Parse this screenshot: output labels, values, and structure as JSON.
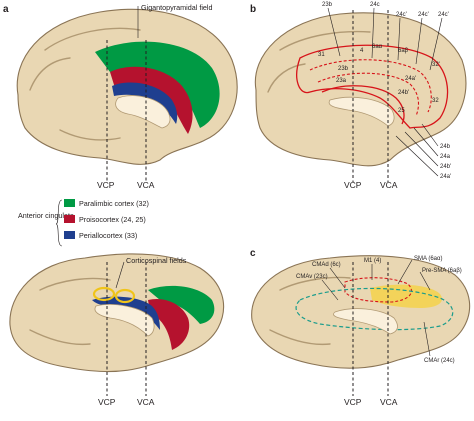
{
  "panels": {
    "a": {
      "letter": "a",
      "title": "Gigantopyramidal field",
      "corticospinal": "Corticospinal fields",
      "ref_left": "VCP",
      "ref_right": "VCA",
      "ref_left_bottom": "VCP",
      "ref_right_bottom": "VCA"
    },
    "b": {
      "letter": "b",
      "ref_left": "VCP",
      "ref_right": "VCA",
      "top_labels": [
        "23b",
        "24c",
        "24c'",
        "24c'",
        "24c'"
      ],
      "inner_labels": [
        "31",
        "23b",
        "4",
        "6aα",
        "6aβ",
        "23a",
        "24a'",
        "24b'",
        "32'",
        "32",
        "25"
      ],
      "side_labels": [
        "24b",
        "24a",
        "24b'",
        "24a'"
      ]
    },
    "c": {
      "letter": "c",
      "ref_left": "VCP",
      "ref_right": "VCA",
      "labels": {
        "cmad": "CMAd (6c)",
        "m1": "M1 (4)",
        "sma": "SMA (6aα)",
        "pre_sma": "Pre-SMA (6aβ)",
        "cmav": "CMAv (23c)",
        "cmar": "CMAr (24c)"
      }
    }
  },
  "legend": {
    "group_label": "Anterior cingulate",
    "items": [
      {
        "label": "Paralimbic cortex (32)",
        "color": "#009a44"
      },
      {
        "label": "Proisocortex (24, 25)",
        "color": "#b5122e"
      },
      {
        "label": "Periallocortex (33)",
        "color": "#1f3f8f"
      }
    ]
  },
  "colors": {
    "brain": "#e9d7b3",
    "paralimbic": "#009a44",
    "proisocortex": "#b5122e",
    "periallocortex": "#1f3f8f",
    "red": "#d7141a",
    "yellow": "#f5d24a",
    "teal": "#1a9c8c"
  }
}
